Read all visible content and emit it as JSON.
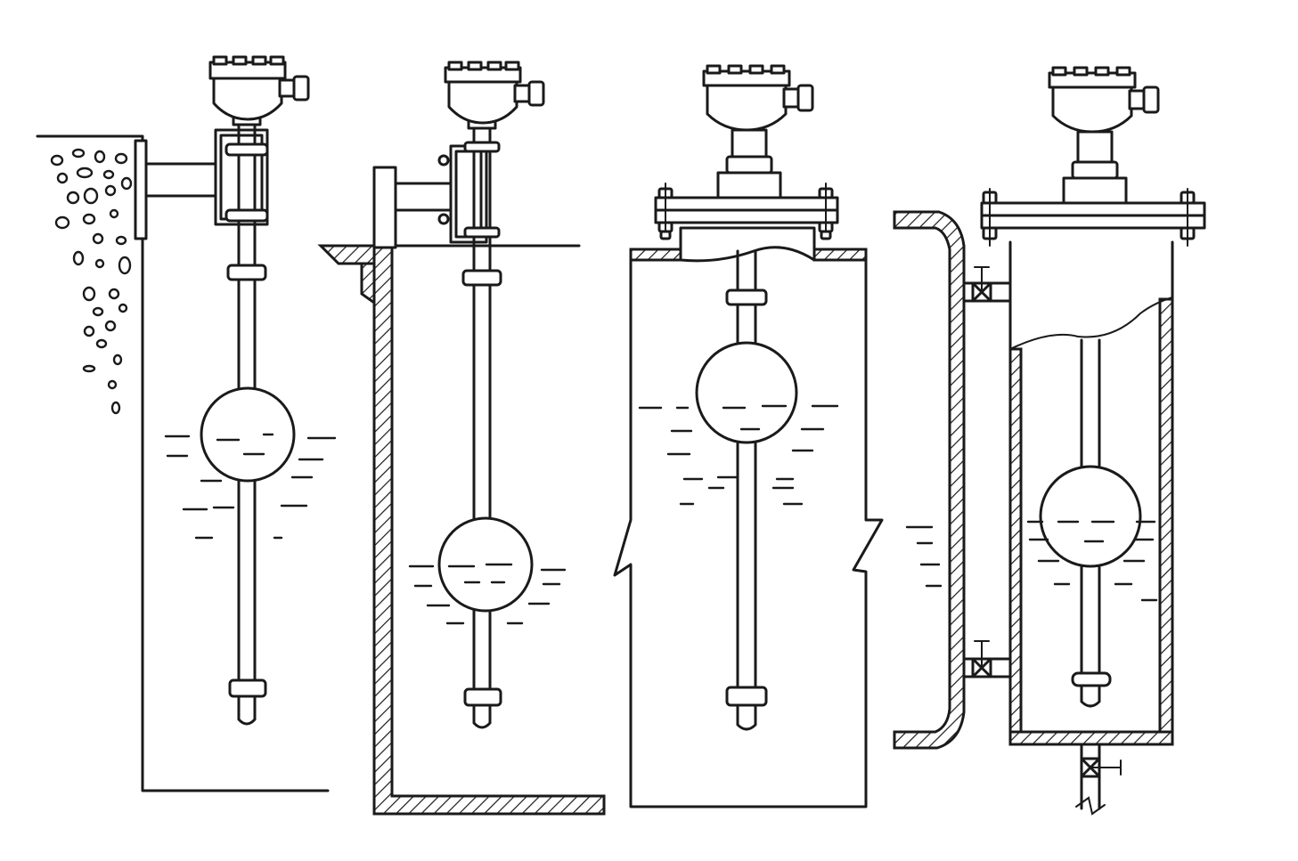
{
  "diagram": {
    "type": "technical-illustration",
    "panels": [
      {
        "mount": "side-bracket",
        "vessel": "open-tank-with-solids"
      },
      {
        "mount": "side-bracket",
        "vessel": "walled-pit"
      },
      {
        "mount": "top-flange",
        "vessel": "closed-tank"
      },
      {
        "mount": "top-flange",
        "vessel": "external-chamber-with-valves"
      }
    ],
    "colors": {
      "line": "#1a1a1a",
      "background": "#ffffff"
    }
  }
}
